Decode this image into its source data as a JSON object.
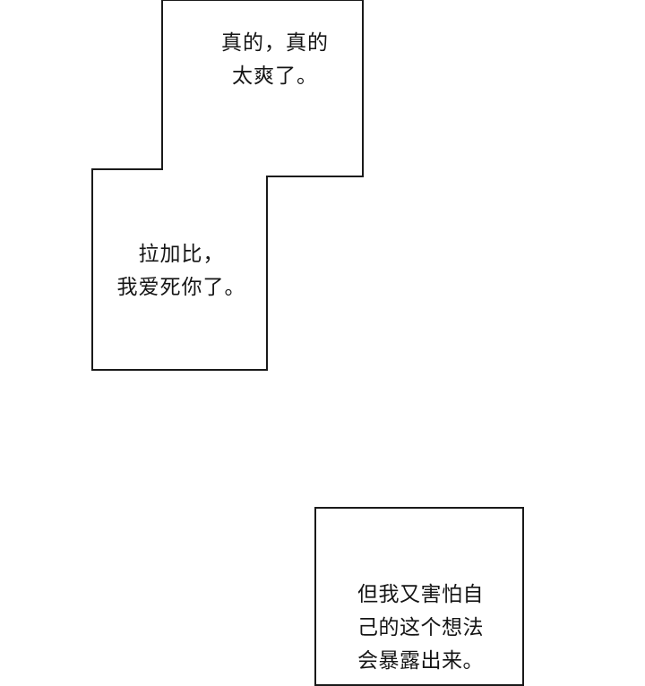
{
  "panels": [
    {
      "lines": [
        "真的，真的",
        "太爽了。"
      ]
    },
    {
      "lines": [
        "拉加比，",
        "我爱死你了。"
      ]
    },
    {
      "lines": [
        "但我又害怕自",
        "己的这个想法",
        "会暴露出来。"
      ]
    }
  ],
  "colors": {
    "background": "#ffffff",
    "border": "#1a1a1a",
    "text": "#151515"
  }
}
